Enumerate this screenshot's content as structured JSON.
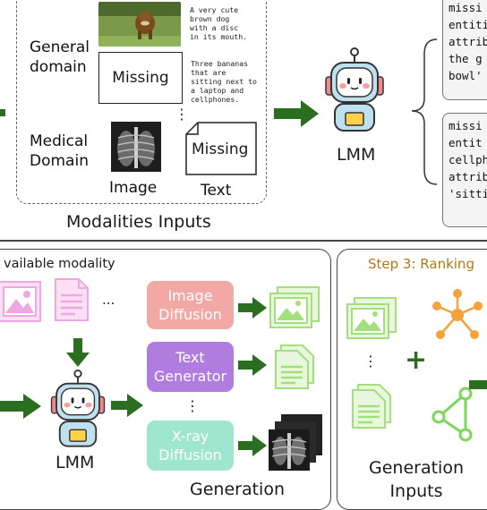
{
  "inputs_panel": {
    "caption_dog": "A very cute\nbrown dog\nwith a disc\nin its mouth.",
    "caption_bananas": "Three bananas\nthat are\nsitting next to\na laptop and\ncellphones.",
    "general_domain": "General\ndomain",
    "medical_domain": "Medical\nDomain",
    "missing_image": "Missing",
    "missing_text": "Missing",
    "col_image": "Image",
    "col_text": "Text",
    "dots": "⋮",
    "title": "Modalities Inputs"
  },
  "lmm_top": {
    "label": "LMM"
  },
  "bubbles": [
    {
      "text": "missi\nentiti\nattrib\nthe g\nbowl'"
    },
    {
      "text": "missi\nentit\ncellph\nattrib\n'sitti"
    }
  ],
  "step2": {
    "title": "vailable modality",
    "dots_h": "...",
    "dots_v": "⋮",
    "lmm_label": "LMM",
    "generators": [
      {
        "label": "Image\nDiffusion",
        "color": "#f2a9a5"
      },
      {
        "label": "Text\nGenerator",
        "color": "#b07ce0"
      },
      {
        "label": "X-ray\nDiffusion",
        "color": "#9fe6cf"
      }
    ],
    "footer": "Generation"
  },
  "step3": {
    "title": "Step 3: Ranking",
    "dots_v": "⋮",
    "plus": "+",
    "footer": "Generation\nInputs"
  },
  "colors": {
    "arrow_green": "#2b6e1f",
    "icon_pink": "#f0a6e0",
    "icon_green": "#a3df7a",
    "node_orange": "#f5a23a",
    "node_green": "#7bd85a",
    "step3_title": "#b07a12"
  }
}
